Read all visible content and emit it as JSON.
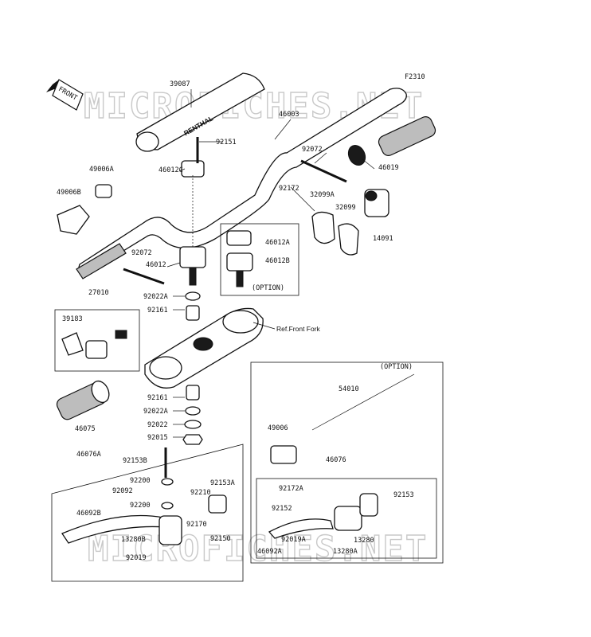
{
  "figure_code": "F2310",
  "front_label": "FRONT",
  "watermark": "MICROFICHES.NET",
  "bar_pad_lettering": "RENTHAL",
  "ref_front_fork": "Ref.Front Fork",
  "option_label": "(OPTION)",
  "parts": [
    "39087",
    "46003",
    "92151",
    "92072",
    "46019",
    "49006A",
    "46012C",
    "49006B",
    "92172",
    "32099A",
    "32099",
    "14091",
    "46012A",
    "46012B",
    "92072",
    "46012",
    "92022A",
    "92161",
    "27010",
    "39183",
    "46075",
    "92161",
    "92022A",
    "92022",
    "92015",
    "54010",
    "49006",
    "46076",
    "46076A",
    "92153B",
    "92200",
    "92092",
    "92153A",
    "92210",
    "92200",
    "46092B",
    "92170",
    "13280B",
    "92150",
    "92019",
    "92172A",
    "92153",
    "92152",
    "13280",
    "92019A",
    "46092A",
    "13280A"
  ]
}
